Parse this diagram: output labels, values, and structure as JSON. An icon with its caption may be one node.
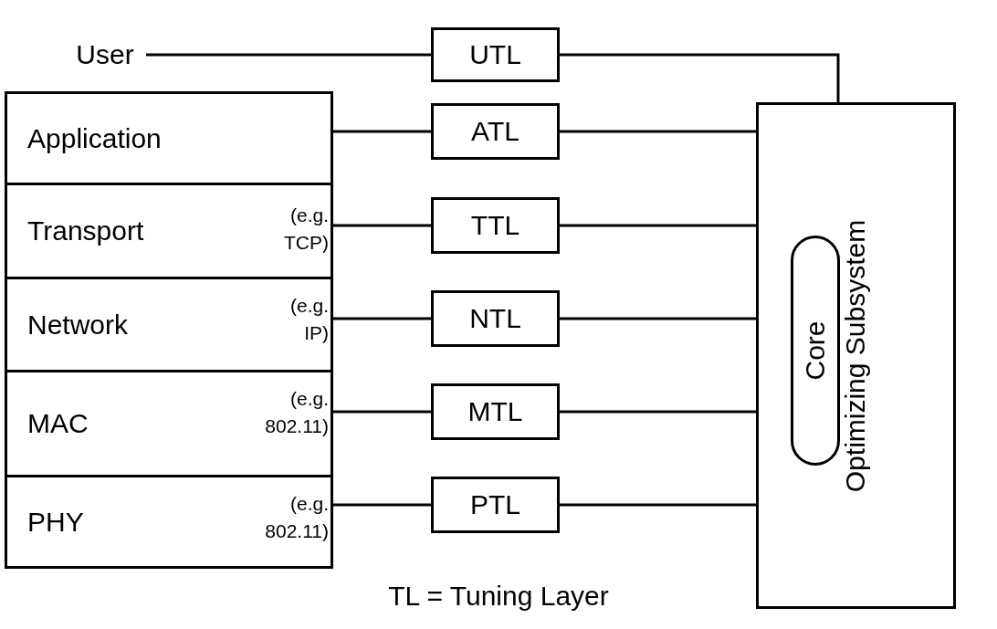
{
  "diagram": {
    "nodes": [
      {
        "text": [
          "User"
        ]
      },
      {
        "text": [
          "UTL"
        ]
      },
      {
        "text": [
          "Application"
        ]
      },
      {
        "text": [
          "ATL"
        ]
      },
      {
        "text": [
          "Optimizing Subsystem"
        ]
      },
      {
        "text": [
          "Core"
        ],
        "in": 4
      },
      {
        "text": [
          "Transport",
          "(e.g. TCP)"
        ]
      },
      {
        "text": [
          "TTL"
        ]
      },
      {
        "text": [
          "Network",
          "(e.g. IP)"
        ]
      },
      {
        "text": [
          "NTL"
        ]
      },
      {
        "text": [
          "MAC",
          "(e.g. 802.11)"
        ]
      },
      {
        "text": [
          "MTL"
        ]
      },
      {
        "text": [
          "PHY",
          "(e.g. 802.11)"
        ]
      },
      {
        "text": [
          "PTL"
        ]
      }
    ],
    "edges": [
      {
        "from": 0,
        "to": 1,
        "arrow": "none"
      },
      {
        "from": 1,
        "to": 4,
        "arrow": "none"
      },
      {
        "from": 2,
        "to": 3,
        "arrow": "none"
      },
      {
        "from": 3,
        "to": 4,
        "arrow": "none"
      },
      {
        "from": 6,
        "to": 7,
        "arrow": "none"
      },
      {
        "from": 7,
        "to": 4,
        "arrow": "none"
      },
      {
        "from": 8,
        "to": 9,
        "arrow": "none"
      },
      {
        "from": 9,
        "to": 4,
        "arrow": "none"
      },
      {
        "from": 10,
        "to": 11,
        "arrow": "none"
      },
      {
        "from": 11,
        "to": 4,
        "arrow": "none"
      },
      {
        "from": 12,
        "to": 13,
        "arrow": "none"
      },
      {
        "from": 13,
        "to": 4,
        "arrow": "none"
      }
    ],
    "labels": [
      "TL = Tuning Layer"
    ]
  }
}
